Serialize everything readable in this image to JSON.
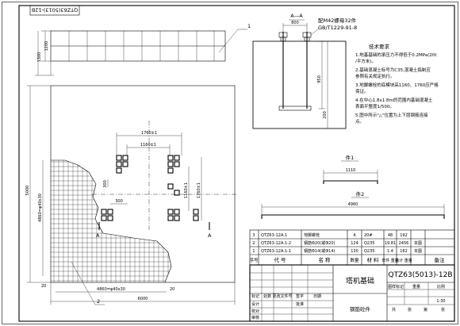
{
  "drawing_code_vertical": "QTZ63(5013)-12B",
  "section_title": "A—A",
  "parts_note": "配M42螺母32件",
  "standard": "GB/T1229-91-8",
  "tech_title": "技术要求",
  "tech_lines": [
    "1.地基基础的承压力不得低于0.2MPa(20t",
    "/平方米)。",
    "2.基础混凝土标号为C35,混凝土捣制应",
    "参照有关规定执行。",
    "3.地脚螺栓的底模块高1160、1760应严格",
    "保证。",
    "4.在中心1.8x1.8m的范围内基础混凝土",
    "表面平整度1/500。",
    "5.图中所示\"△\"位置为上下层钢筋连接",
    "点。"
  ],
  "callout_1": "1",
  "callout_2": "2",
  "section_a_left": "A",
  "section_a_right": "A",
  "dims": {
    "frame_width": "1200",
    "frame_height": "1300",
    "section_top": "800",
    "section_depth": "950",
    "section_side": "200",
    "d1760": "1760±1",
    "d1160": "1160±1",
    "d1160v": "1160±1",
    "d1760v": "1760±1",
    "d300": "300",
    "d300b": "300",
    "plan_height": "5000",
    "plan_width": "6000",
    "rebar_height": "4860=φ40x30",
    "rebar_width": "4860=φ40x30",
    "edge_20": "20",
    "edge_20b": "20"
  },
  "part1": {
    "title": "件1",
    "dim": "1110"
  },
  "part2": {
    "title": "件2",
    "dim": "4960"
  },
  "bom_header": {
    "no": "序号",
    "code": "代 号",
    "name": "名 称",
    "qty": "数量",
    "material": "材 料",
    "unit_w": "单件 重量",
    "total_w": "总计 重量",
    "remark": "备注"
  },
  "bom_rows": [
    {
      "no": "3",
      "code": "QTZ63-12A.1",
      "name": "地脚螺栓",
      "qty": "4",
      "material": "20#",
      "unit_w": "48",
      "total_w": "192",
      "remark": ""
    },
    {
      "no": "2",
      "code": "QTZ63-12A.1-2",
      "name": "钢筋Φ20(或Φ20)",
      "qty": "124",
      "material": "Q235",
      "unit_w": "19.81",
      "total_w": "2456",
      "remark": "本图"
    },
    {
      "no": "1",
      "code": "QTZ63-12A.1-1",
      "name": "钢筋Φ14(或Φ14)",
      "qty": "130",
      "material": "Q235",
      "unit_w": "1.4",
      "total_w": "182",
      "remark": "本图"
    }
  ],
  "title_block": {
    "name": "塔机基础",
    "code": "QTZ63(5013)-12B",
    "sub": "钢筋砼件",
    "scale": "1:30",
    "roles": [
      "标记",
      "处数",
      "更改文件号",
      "签字",
      "日期"
    ],
    "rows": [
      "设计",
      "校对",
      "审核",
      "批准"
    ],
    "right_labels": [
      "图样标记",
      "重量",
      "比例"
    ],
    "sheet_labels": [
      "共",
      "张",
      "第",
      "张"
    ]
  }
}
